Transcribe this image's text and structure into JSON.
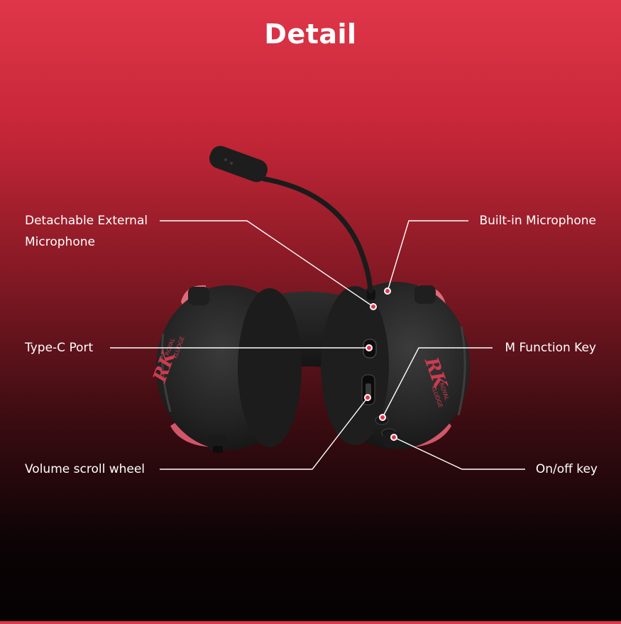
{
  "title": "Detail",
  "product_logo": {
    "left_cup": [
      "RK",
      "ROYAL",
      "KLUDGE"
    ],
    "right_cup": [
      "RK",
      "ROYAL",
      "KLUDGE"
    ]
  },
  "callouts": {
    "external_mic": {
      "line1": "Detachable External",
      "line2": "Microphone"
    },
    "builtin_mic": "Built-in Microphone",
    "type_c": "Type-C Port",
    "m_key": "M Function Key",
    "volume": "Volume scroll wheel",
    "power": "On/off key"
  },
  "colors": {
    "accent": "#e8334a",
    "leader": "#ffffff",
    "headset": "#232323",
    "logo": "#d9465a"
  }
}
